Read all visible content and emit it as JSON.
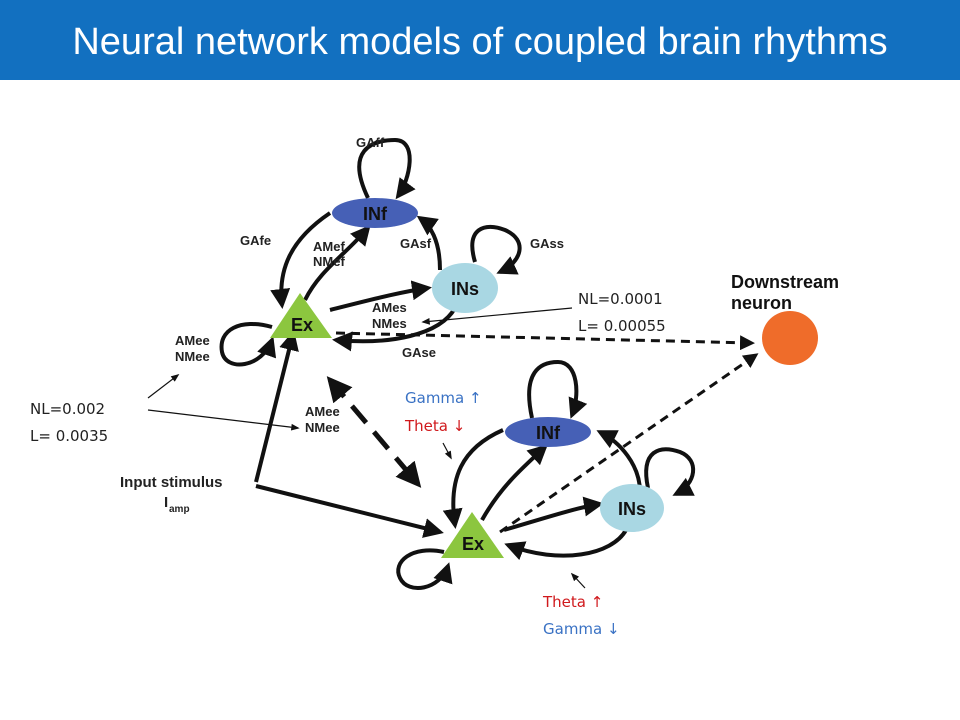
{
  "title": "Neural network models of coupled brain rhythms",
  "nodes": {
    "inf": "INf",
    "ins": "INs",
    "ex": "Ex",
    "downstream_line1": "Downstream",
    "downstream_line2": "neuron"
  },
  "edge_labels": {
    "gaff": "GAff",
    "gafe": "GAfe",
    "amef": "AMef",
    "nmef": "NMef",
    "gasf": "GAsf",
    "gass": "GAss",
    "ames": "AMes",
    "nmes": "NMes",
    "gase": "GAse",
    "amee": "AMee",
    "nmee": "NMee"
  },
  "input": {
    "label": "Input stimulus",
    "amp_main": "I",
    "amp_sub": "amp"
  },
  "annotations": {
    "coupling_nl": "NL=0.002",
    "coupling_l": "L= 0.0035",
    "output_nl": "NL=0.0001",
    "output_l": "L= 0.00055",
    "upper_gamma": "Gamma ↑",
    "upper_theta": "Theta ↓",
    "lower_theta": "Theta ↑",
    "lower_gamma": "Gamma ↓"
  },
  "colors": {
    "header": "#1270c0",
    "inf_node": "#4660b6",
    "ins_node": "#a9d7e3",
    "ex_node": "#8cc63f",
    "downstream_node": "#ef6c2a",
    "gamma_text": "#3a72c4",
    "theta_text": "#d0191c"
  }
}
